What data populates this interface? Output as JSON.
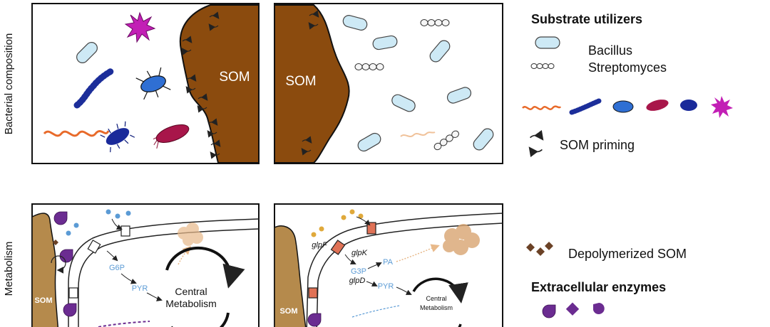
{
  "rows": {
    "top_label": "Bacterial composition",
    "bottom_label": "Metabolism"
  },
  "panels": {
    "som_label": "SOM",
    "central_metabolism_line1": "Central",
    "central_metabolism_line2": "Metabolism",
    "left": {
      "g6p": "G6P",
      "pyr": "PYR"
    },
    "right": {
      "glpF": "glpF",
      "glpK": "glpK",
      "g3p": "G3P",
      "glpD": "glpD",
      "pa": "PA",
      "pyr": "PYR"
    }
  },
  "legend": {
    "substrate_title": "Substrate utilizers",
    "bacillus": "Bacillus",
    "streptomyces": "Streptomyces",
    "priming": "SOM priming",
    "depolymerized": "Depolymerized SOM",
    "enzymes_title": "Extracellular enzymes"
  },
  "colors": {
    "som_brown": "#8B4B0E",
    "som_tan": "#B58A4C",
    "bacillus_fill": "#CDE9F5",
    "purple_enzyme": "#6B2C91",
    "transporter_red": "#E07256",
    "glucose_blue": "#5B9BD5",
    "glycerol_gold": "#E0A93B"
  }
}
